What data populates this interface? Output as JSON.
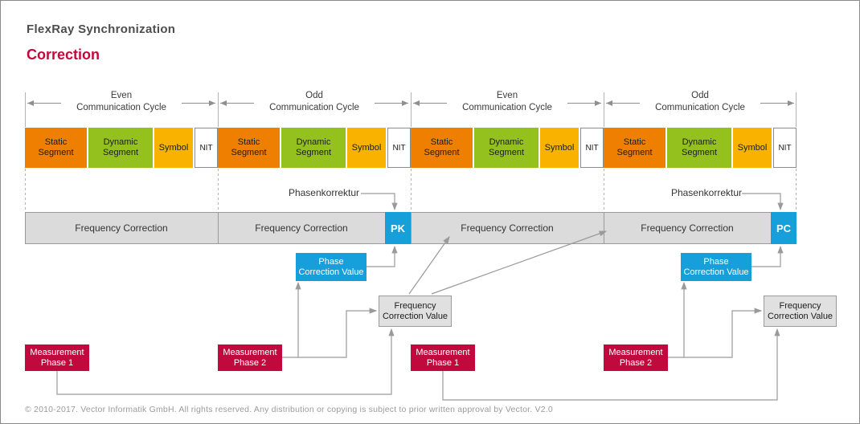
{
  "page": {
    "title": "FlexRay Synchronization",
    "subtitle": "Correction",
    "footer": "© 2010-2017. Vector Informatik GmbH. All rights reserved. Any distribution or copying is subject to prior written approval by Vector. V2.0"
  },
  "colors": {
    "static_segment": "#EE7F00",
    "dynamic_segment": "#95C11F",
    "symbol_segment": "#F9B200",
    "nit_segment": "#FFFFFF",
    "heading_red": "#C0093C",
    "measurement_red": "#C0093C",
    "correction_blue": "#169FDB",
    "bar_gray": "#DBDBDB",
    "connector_gray": "#9A9A9A"
  },
  "cycles": [
    {
      "label_line1": "Even",
      "label_line2": "Communication Cycle",
      "frequency_label": "Frequency Correction",
      "segments": [
        {
          "label": "Static Segment"
        },
        {
          "label": "Dynamic Segment"
        },
        {
          "label": "Symbol"
        },
        {
          "label": "NIT"
        }
      ]
    },
    {
      "label_line1": "Odd",
      "label_line2": "Communication Cycle",
      "frequency_label": "Frequency Correction",
      "badge": "PK",
      "segments": [
        {
          "label": "Static Segment"
        },
        {
          "label": "Dynamic Segment"
        },
        {
          "label": "Symbol"
        },
        {
          "label": "NIT"
        }
      ]
    },
    {
      "label_line1": "Even",
      "label_line2": "Communication Cycle",
      "frequency_label": "Frequency Correction",
      "segments": [
        {
          "label": "Static Segment"
        },
        {
          "label": "Dynamic Segment"
        },
        {
          "label": "Symbol"
        },
        {
          "label": "NIT"
        }
      ]
    },
    {
      "label_line1": "Odd",
      "label_line2": "Communication Cycle",
      "frequency_label": "Frequency Correction",
      "badge": "PC",
      "segments": [
        {
          "label": "Static Segment"
        },
        {
          "label": "Dynamic Segment"
        },
        {
          "label": "Symbol"
        },
        {
          "label": "NIT"
        }
      ]
    }
  ],
  "phase_correction_labels": [
    {
      "text": "Phasenkorrektur"
    },
    {
      "text": "Phasenkorrektur"
    }
  ],
  "phase_correction_values": [
    {
      "line1": "Phase",
      "line2": "Correction Value"
    },
    {
      "line1": "Phase",
      "line2": "Correction Value"
    }
  ],
  "frequency_correction_values": [
    {
      "line1": "Frequency",
      "line2": "Correction Value"
    },
    {
      "line1": "Frequency",
      "line2": "Correction Value"
    }
  ],
  "measurements": [
    {
      "line1": "Measurement",
      "line2": "Phase 1"
    },
    {
      "line1": "Measurement",
      "line2": "Phase 2"
    },
    {
      "line1": "Measurement",
      "line2": "Phase 1"
    },
    {
      "line1": "Measurement",
      "line2": "Phase 2"
    }
  ]
}
